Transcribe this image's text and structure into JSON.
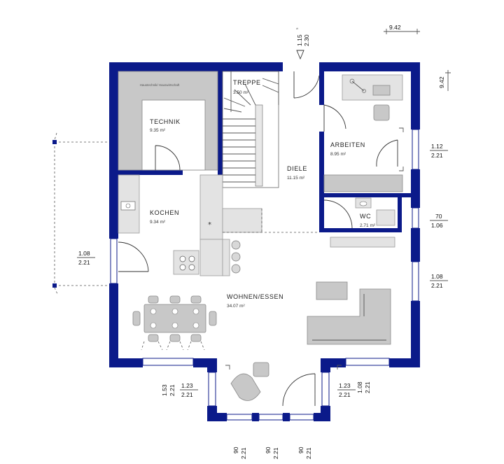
{
  "rooms": {
    "technik": {
      "name": "TECHNIK",
      "area": "9.35 m²",
      "sub_label": "Haustechnik/ Hauswirtschaft"
    },
    "treppe": {
      "name": "TREPPE",
      "area": "3.50 m²"
    },
    "arbeiten": {
      "name": "ARBEITEN",
      "area": "8.95 m²"
    },
    "diele": {
      "name": "DIELE",
      "area": "11.15 m²"
    },
    "kochen": {
      "name": "KOCHEN",
      "area": "9.34 m²"
    },
    "wc": {
      "name": "WC",
      "area": "2.71 m²"
    },
    "wohnen": {
      "name": "WOHNEN/ESSEN",
      "area": "34.07 m²"
    }
  },
  "dimensions": {
    "top_width": "9.42",
    "right_height": "9.42",
    "entrance_top": "1.15",
    "entrance_sup": "5",
    "entrance_bottom": "2.30",
    "arbeiten_win_top": "1.12",
    "arbeiten_win_bottom": "2.21",
    "wc_win_top": "70",
    "wc_win_bottom": "1.06",
    "wohnen_right_win_top": "1.08",
    "wohnen_right_win_bottom": "2.21",
    "kitchen_door_top": "1.08",
    "kitchen_door_bottom": "2.21",
    "bay_left_a_top": "1.53",
    "bay_left_a_bottom": "2.21",
    "bay_left_b_top": "1.23",
    "bay_left_b_bottom": "2.21",
    "bay_right_a_top": "1.23",
    "bay_right_a_bottom": "2.21",
    "bay_right_b_top": "1.08",
    "bay_right_b_bottom": "2.21",
    "bay_bottom_1_top": "90",
    "bay_bottom_1_bottom": "2.21",
    "bay_bottom_2_top": "90",
    "bay_bottom_2_bottom": "2.21",
    "bay_bottom_3_top": "90",
    "bay_bottom_3_bottom": "2.21"
  },
  "colors": {
    "wall": "#0b1a8a",
    "furniture": "#c8c8c8"
  }
}
